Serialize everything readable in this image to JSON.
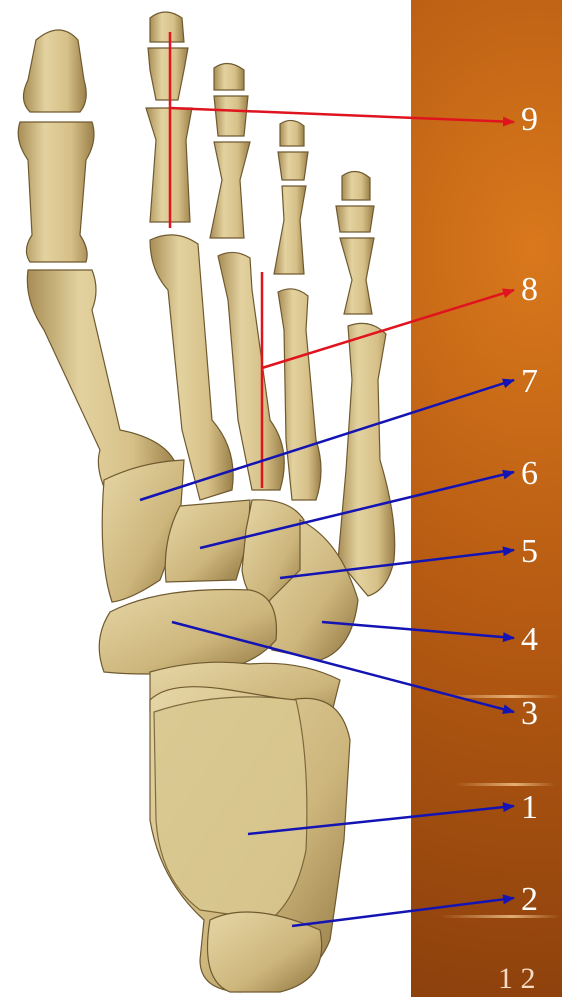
{
  "labels": [
    {
      "id": "9",
      "text": "9",
      "arrow_color": "#e0141e"
    },
    {
      "id": "8",
      "text": "8",
      "arrow_color": "#e0141e"
    },
    {
      "id": "7",
      "text": "7",
      "arrow_color": "#1414b4"
    },
    {
      "id": "6",
      "text": "6",
      "arrow_color": "#1414b4"
    },
    {
      "id": "5",
      "text": "5",
      "arrow_color": "#1414b4"
    },
    {
      "id": "4",
      "text": "4",
      "arrow_color": "#1414b4"
    },
    {
      "id": "3",
      "text": "3",
      "arrow_color": "#1414b4"
    },
    {
      "id": "1",
      "text": "1",
      "arrow_color": "#1414b4"
    },
    {
      "id": "2",
      "text": "2",
      "arrow_color": "#1414b4"
    }
  ],
  "page_number": "1 2",
  "colors": {
    "bone": "#d9c48e",
    "bone_shadow": "#a88d55",
    "bone_outline": "#6f5a30",
    "background_accent": "#b55a12"
  }
}
